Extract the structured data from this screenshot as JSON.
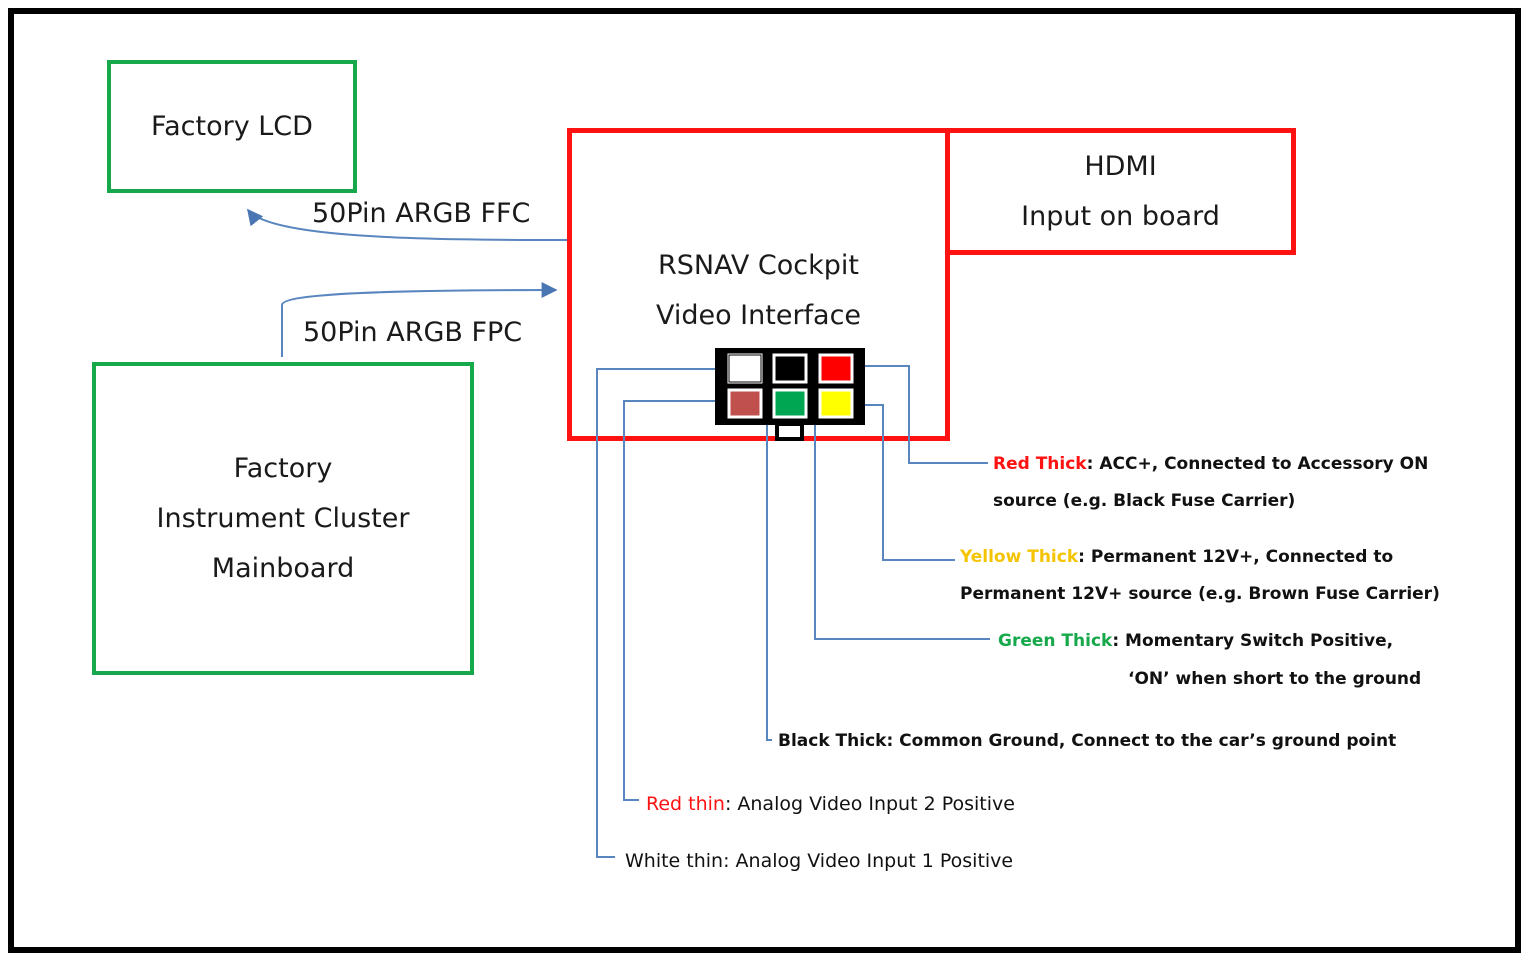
{
  "colors": {
    "red": "#ff1212",
    "green": "#16a84a",
    "yellow": "#f5c400",
    "wire": "#5a86c0",
    "pin_white": "#ffffff",
    "pin_black": "#000000",
    "pin_red": "#ff0000",
    "pin_brown": "#c0504d",
    "pin_green": "#00a651",
    "pin_yellow": "#ffff00"
  },
  "boxes": {
    "factory_lcd": "Factory LCD",
    "cluster_line1": "Factory",
    "cluster_line2": "Instrument Cluster",
    "cluster_line3": "Mainboard",
    "interface_line1": "RSNAV Cockpit",
    "interface_line2": "Video Interface",
    "hdmi_line1": "HDMI",
    "hdmi_line2": "Input on board"
  },
  "arrows": {
    "ffc": "50Pin ARGB FFC",
    "fpc": "50Pin ARGB FPC"
  },
  "wires": {
    "red_thick": {
      "name": "Red Thick",
      "desc1": ": ACC+, Connected to Accessory ON",
      "desc2": "source (e.g. Black Fuse Carrier)"
    },
    "yellow_thick": {
      "name": "Yellow Thick",
      "desc1": ": Permanent 12V+, Connected to",
      "desc2": "Permanent 12V+ source (e.g. Brown Fuse Carrier)"
    },
    "green_thick": {
      "name": "Green Thick",
      "desc1": ": Momentary Switch Positive,",
      "desc2": "‘ON’ when short to the ground"
    },
    "black_thick": {
      "text": "Black Thick: Common Ground, Connect to the car’s ground point"
    },
    "red_thin": {
      "name": "Red thin",
      "desc": ": Analog Video Input 2 Positive"
    },
    "white_thin": {
      "text": "White thin: Analog Video Input 1 Positive"
    }
  }
}
